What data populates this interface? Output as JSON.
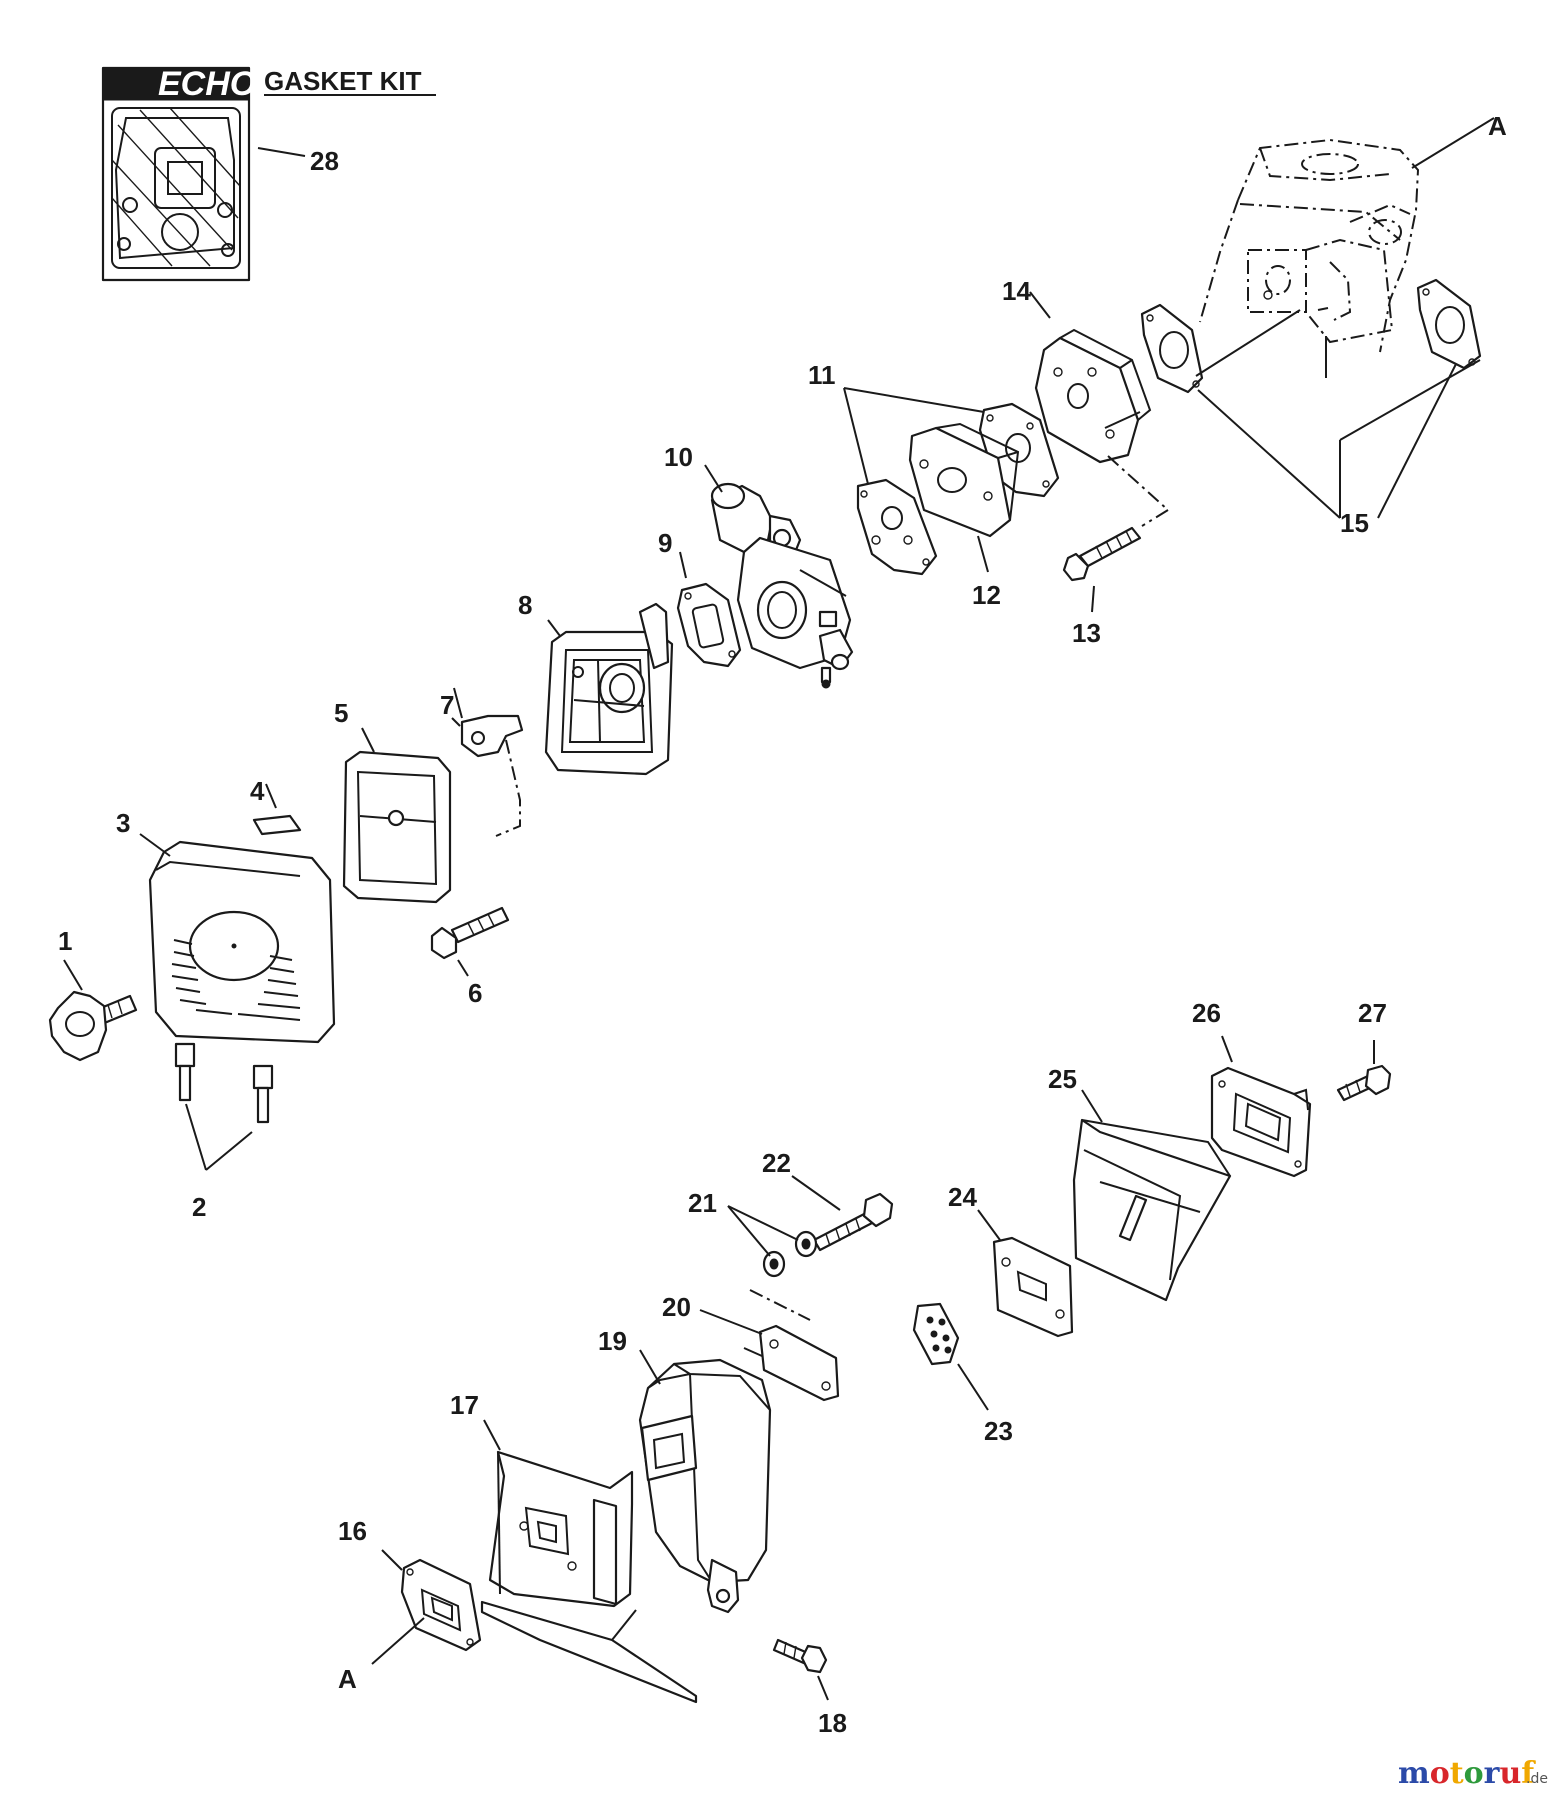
{
  "kit": {
    "brand": "ECHO",
    "title": "GASKET KIT"
  },
  "callouts": {
    "c1": "1",
    "c2": "2",
    "c3": "3",
    "c4": "4",
    "c5": "5",
    "c6": "6",
    "c7": "7",
    "c8": "8",
    "c9": "9",
    "c10": "10",
    "c11": "11",
    "c12": "12",
    "c13": "13",
    "c14": "14",
    "c15": "15",
    "c16": "16",
    "c17": "17",
    "c18": "18",
    "c19": "19",
    "c20": "20",
    "c21": "21",
    "c22": "22",
    "c23": "23",
    "c24": "24",
    "c25": "25",
    "c26": "26",
    "c27": "27",
    "c28": "28",
    "a_top": "A",
    "a_bottom": "A"
  },
  "watermark": {
    "text": "motoruf",
    "suffix": ".de",
    "colors": [
      "#2b4aa8",
      "#d8262b",
      "#f0a800",
      "#2e9a3c"
    ]
  }
}
